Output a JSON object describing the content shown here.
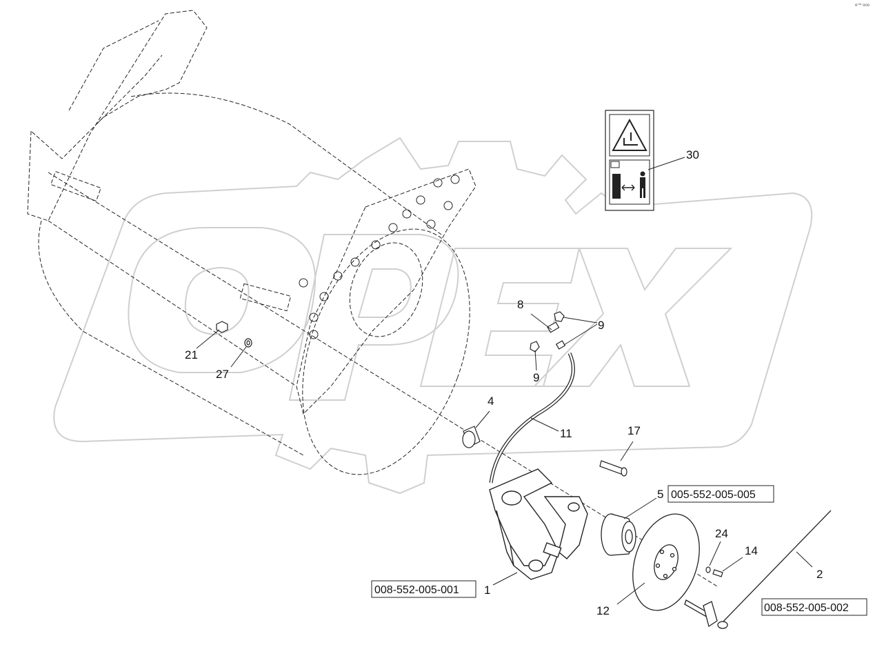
{
  "corner_code": "e™ ooo",
  "watermark": "OPEX",
  "labels": {
    "l1": "1",
    "l2": "2",
    "l4": "4",
    "l5": "5",
    "l8": "8",
    "l9a": "9",
    "l9b": "9",
    "l11": "11",
    "l12": "12",
    "l14": "14",
    "l17": "17",
    "l21": "21",
    "l24": "24",
    "l27": "27",
    "l30": "30"
  },
  "part_codes": {
    "c1": "008-552-005-001",
    "c2": "008-552-005-002",
    "c5": "005-552-005-005"
  },
  "colors": {
    "line": "#222222",
    "watermark": "#cfcfcf"
  }
}
